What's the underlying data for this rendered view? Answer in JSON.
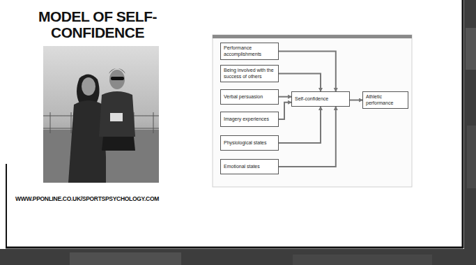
{
  "diagram": {
    "title": "MODEL OF SELF- CONFIDENCE",
    "caption": "WWW.PPONLINE.CO.UK/SPORTSPSYCHOLOGY.COM",
    "nodes": [
      {
        "text": [
          "Performance accomplishments"
        ]
      },
      {
        "text": [
          "Being involved with the success of others"
        ]
      },
      {
        "text": [
          "Verbal persuasion"
        ]
      },
      {
        "text": [
          "Imagery experiences"
        ]
      },
      {
        "text": [
          "Physiological states"
        ]
      },
      {
        "text": [
          "Emotional states"
        ]
      },
      {
        "text": [
          "Self-confidence"
        ]
      },
      {
        "text": [
          "Athletic performance"
        ]
      }
    ],
    "edges": [
      {
        "from": 0,
        "to": 6,
        "arrow": "to"
      },
      {
        "from": 1,
        "to": 6,
        "arrow": "to"
      },
      {
        "from": 2,
        "to": 6,
        "arrow": "to"
      },
      {
        "from": 3,
        "to": 6,
        "arrow": "to"
      },
      {
        "from": 4,
        "to": 6,
        "arrow": "to"
      },
      {
        "from": 5,
        "to": 6,
        "arrow": "to"
      },
      {
        "from": 6,
        "to": 7,
        "arrow": "to"
      }
    ]
  }
}
